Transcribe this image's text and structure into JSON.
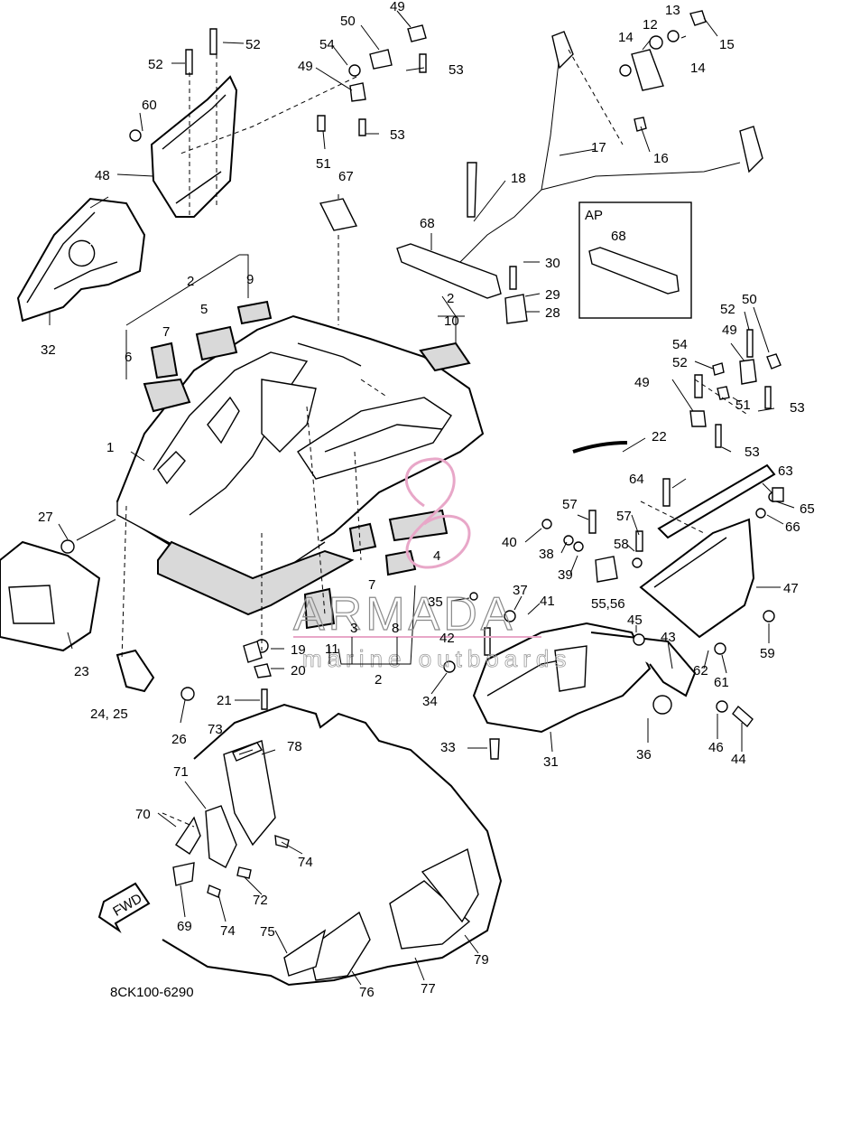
{
  "diagram": {
    "part_code": "8CK100-6290",
    "inset_label": "AP",
    "direction_label": "FWD",
    "callouts": [
      "1",
      "2",
      "3",
      "4",
      "5",
      "6",
      "7",
      "8",
      "9",
      "10",
      "11",
      "12",
      "13",
      "14",
      "15",
      "16",
      "17",
      "18",
      "19",
      "20",
      "21",
      "22",
      "23",
      "24, 25",
      "26",
      "27",
      "28",
      "29",
      "30",
      "31",
      "32",
      "33",
      "34",
      "35",
      "36",
      "37",
      "38",
      "39",
      "40",
      "41",
      "42",
      "43",
      "44",
      "45",
      "46",
      "47",
      "48",
      "49",
      "50",
      "51",
      "52",
      "53",
      "54",
      "55,56",
      "57",
      "58",
      "59",
      "60",
      "61",
      "62",
      "63",
      "64",
      "65",
      "66",
      "67",
      "68",
      "69",
      "70",
      "71",
      "72",
      "73",
      "74",
      "75",
      "76",
      "77",
      "78",
      "79"
    ]
  },
  "watermark": {
    "brand": "ARMADA",
    "tagline": "marine outboards",
    "logo_color": "#e8a7c8"
  }
}
